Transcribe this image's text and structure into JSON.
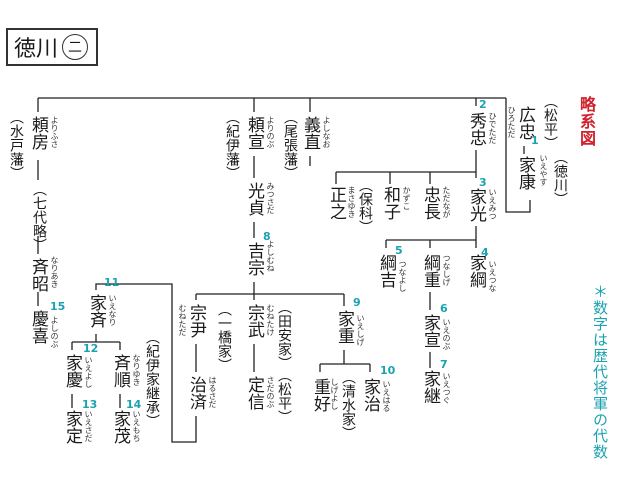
{
  "header": {
    "title": "徳川",
    "part": "二"
  },
  "subtitle": "略系図",
  "note": "＊数字は歴代将軍の代数",
  "people": {
    "hirotada": {
      "name": "広忠",
      "reading": "ひろただ",
      "note": "（松平）"
    },
    "ieyasu": {
      "name": "家康",
      "reading": "いえやす",
      "gen": "1",
      "note": "（徳川）"
    },
    "hidetada": {
      "name": "秀忠",
      "reading": "ひでただ",
      "gen": "2"
    },
    "iemitsu": {
      "name": "家光",
      "reading": "いえみつ",
      "gen": "3"
    },
    "tadanaga": {
      "name": "忠長",
      "reading": "ただなが"
    },
    "kazuko": {
      "name": "和子",
      "reading": "かずこ"
    },
    "masayuki": {
      "name": "正之",
      "reading": "まさゆき",
      "note": "（保科）"
    },
    "ietsuna": {
      "name": "家綱",
      "reading": "いえつな",
      "gen": "4"
    },
    "tsunashige": {
      "name": "綱重",
      "reading": "つなしげ"
    },
    "tsunayoshi": {
      "name": "綱吉",
      "reading": "つなよし",
      "gen": "5"
    },
    "ienobu": {
      "name": "家宣",
      "reading": "いえのぶ",
      "gen": "6"
    },
    "ietsugu": {
      "name": "家継",
      "reading": "いえつぐ",
      "gen": "7"
    },
    "yoshinao": {
      "name": "義直",
      "reading": "よしなお",
      "note": "（尾張藩）"
    },
    "yorinobu": {
      "name": "頼宣",
      "reading": "よりのぶ",
      "note": "（紀伊藩）"
    },
    "mitsusada": {
      "name": "光貞",
      "reading": "みつさだ"
    },
    "yoshimune": {
      "name": "吉宗",
      "reading": "よしむね",
      "gen": "8"
    },
    "ieshige": {
      "name": "家重",
      "reading": "いえしげ",
      "gen": "9"
    },
    "munetake": {
      "name": "宗武",
      "reading": "むねたけ",
      "note": "（田安家）"
    },
    "munetada": {
      "name": "宗尹",
      "reading": "むねただ",
      "note": "（一橋家）"
    },
    "sadanobu": {
      "name": "定信",
      "reading": "さだのぶ",
      "note": "（松平）"
    },
    "harusada": {
      "name": "治済",
      "reading": "はるさだ"
    },
    "ieharu": {
      "name": "家治",
      "reading": "いえはる",
      "gen": "10"
    },
    "shigeyoshi": {
      "name": "重好",
      "reading": "しげよし",
      "note": "（清水家）"
    },
    "ienari": {
      "name": "家斉",
      "reading": "いえなり",
      "gen": "11"
    },
    "ieyoshi": {
      "name": "家慶",
      "reading": "いえよし",
      "gen": "12"
    },
    "iesada": {
      "name": "家定",
      "reading": "いえさだ",
      "gen": "13"
    },
    "nariyuki": {
      "name": "斉順",
      "reading": "なりゆき",
      "note": "（紀伊家継承）"
    },
    "iemochi": {
      "name": "家茂",
      "reading": "いえもち",
      "gen": "14"
    },
    "yorifusa": {
      "name": "頼房",
      "reading": "よりふさ",
      "note": "（水戸藩）"
    },
    "nariaki": {
      "name": "斉昭",
      "reading": "なりあき",
      "note": "（七代略）"
    },
    "yoshinobu": {
      "name": "慶喜",
      "reading": "よしのぶ",
      "gen": "15"
    }
  }
}
